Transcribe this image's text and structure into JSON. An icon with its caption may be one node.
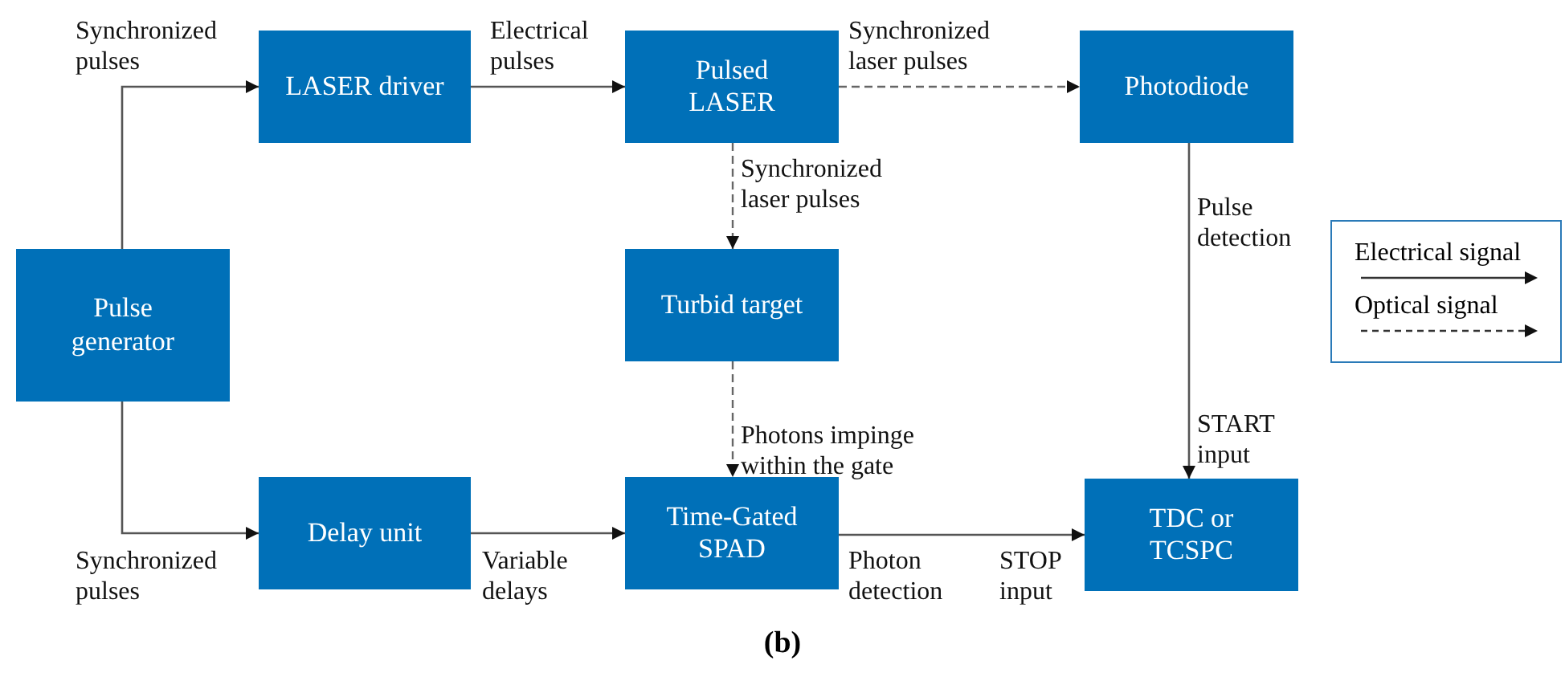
{
  "diagram": {
    "caption": "(b)",
    "nodes": [
      {
        "text": [
          "Pulse generator"
        ]
      },
      {
        "text": [
          "LASER driver"
        ]
      },
      {
        "text": [
          "Pulsed LASER"
        ]
      },
      {
        "text": [
          "Photodiode"
        ]
      },
      {
        "text": [
          "Turbid target"
        ]
      },
      {
        "text": [
          "Delay unit"
        ]
      },
      {
        "text": [
          "Time-Gated SPAD"
        ]
      },
      {
        "text": [
          "TDC or TCSPC"
        ]
      }
    ],
    "edges": [
      {
        "from": 0,
        "to": 1,
        "arrow": "to",
        "label": "Synchronized pulses"
      },
      {
        "from": 1,
        "to": 2,
        "arrow": "to",
        "label": "Electrical pulses"
      },
      {
        "from": 2,
        "to": 3,
        "arrow": "to",
        "label": "Synchronized laser pulses",
        "style": "dashed"
      },
      {
        "from": 2,
        "to": 4,
        "arrow": "to",
        "label": "Synchronized laser pulses",
        "style": "dashed"
      },
      {
        "from": 4,
        "to": 6,
        "arrow": "to",
        "label": "Photons impinge within the gate",
        "style": "dashed"
      },
      {
        "from": 0,
        "to": 5,
        "arrow": "to",
        "label": "Synchronized pulses"
      },
      {
        "from": 5,
        "to": 6,
        "arrow": "to",
        "label": "Variable delays"
      },
      {
        "from": 6,
        "to": 7,
        "arrow": "to",
        "label": "Photon detection"
      },
      {
        "from": 3,
        "to": 7,
        "arrow": "to",
        "label": "Pulse detection"
      }
    ],
    "labels": [
      "START input",
      "STOP input"
    ],
    "legend": [
      {
        "text": "Electrical signal"
      },
      {
        "text": "Optical signal"
      }
    ]
  }
}
